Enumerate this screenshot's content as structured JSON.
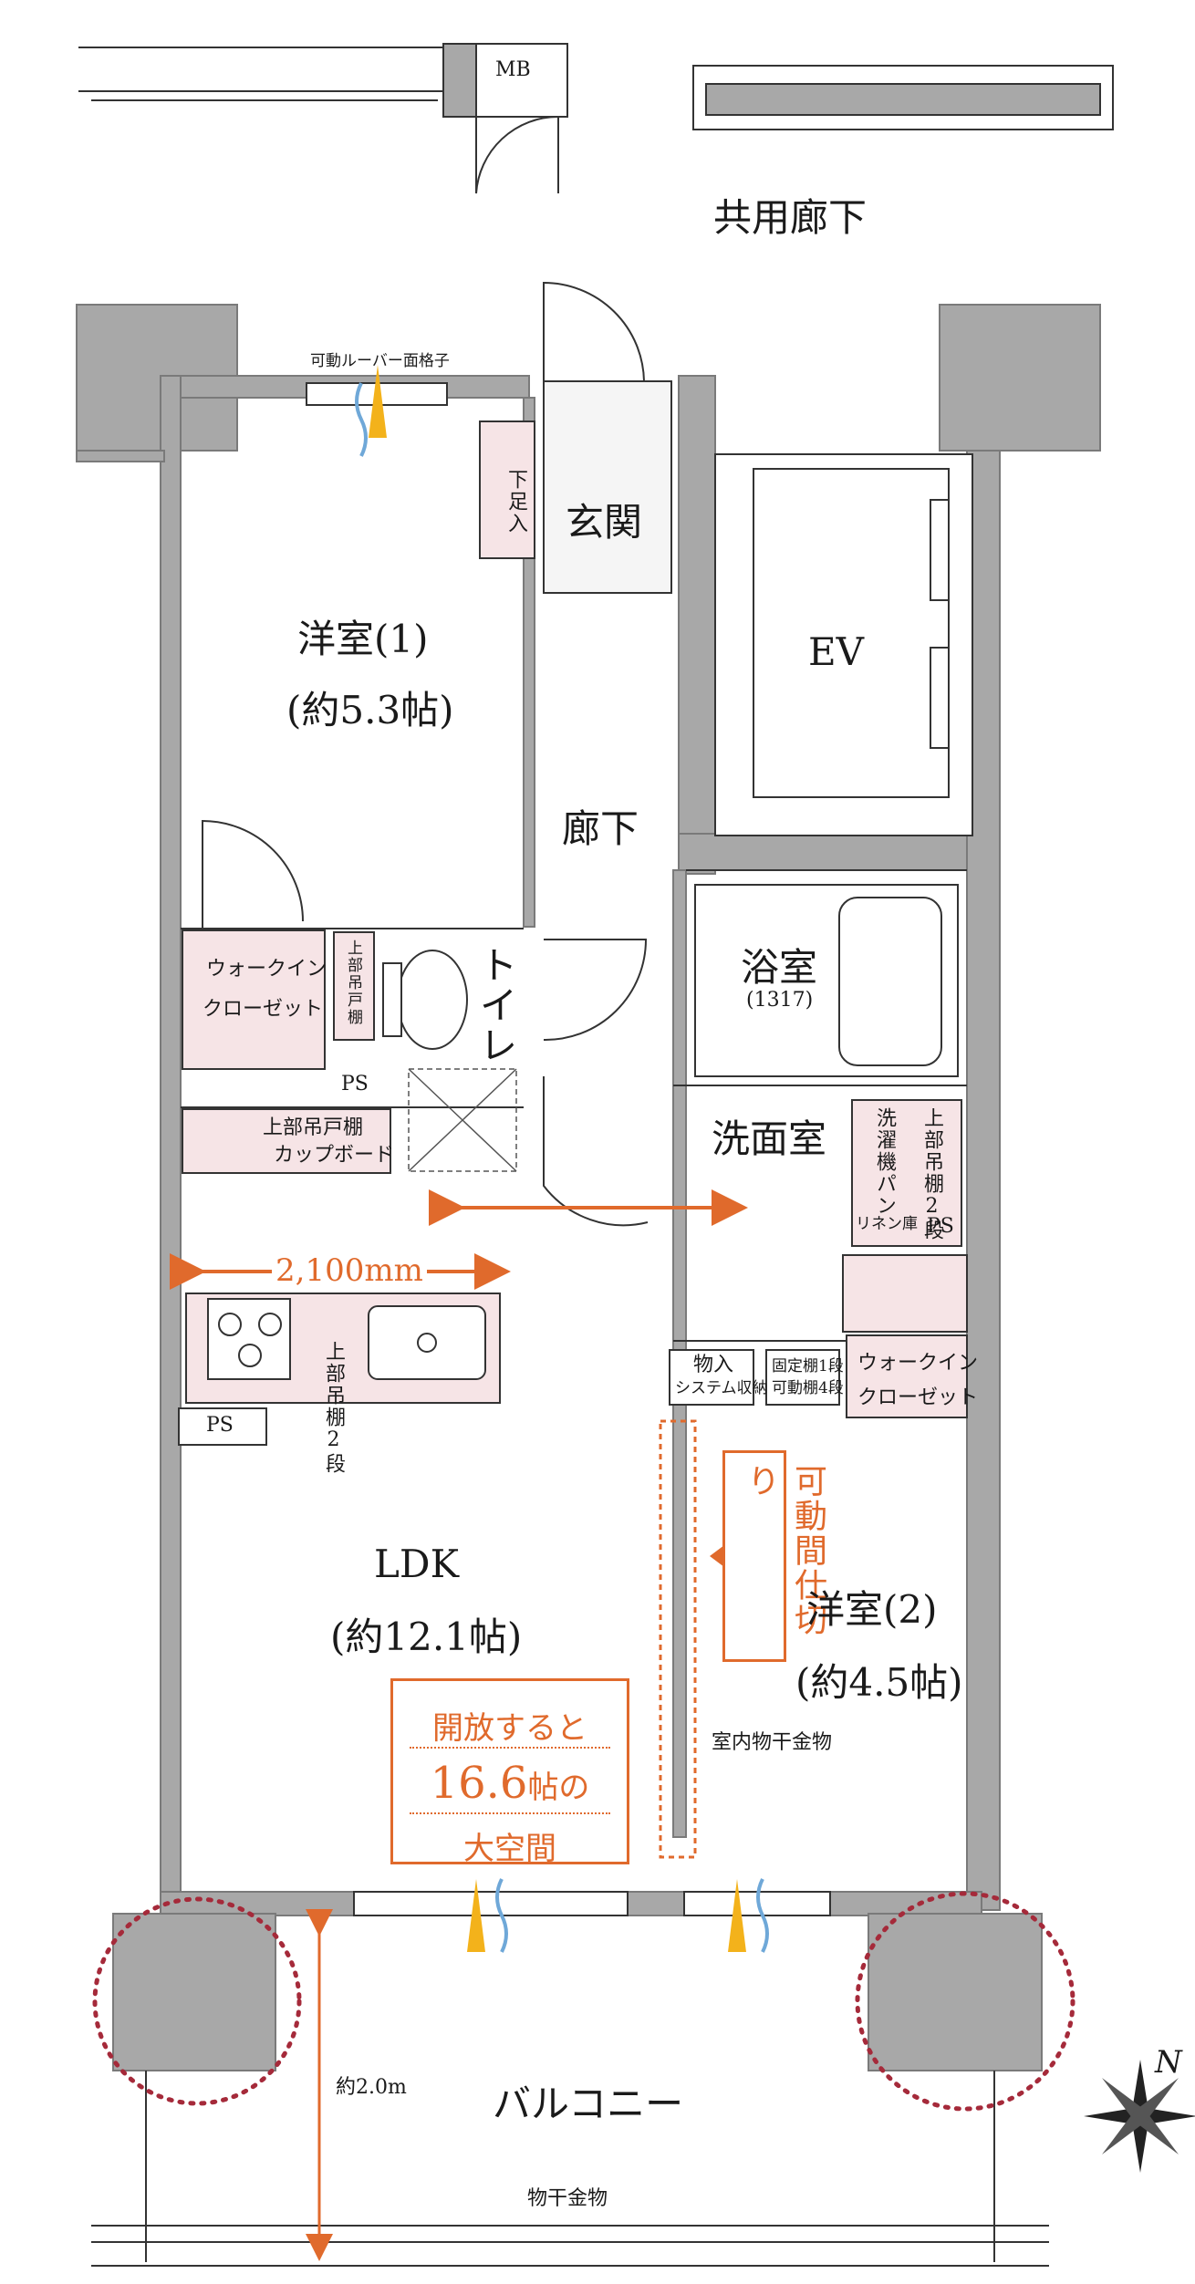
{
  "labels": {
    "mb": "MB",
    "corridor_shared": "共用廊下",
    "louver": "可動ルーバー面格子",
    "entrance": "玄関",
    "shoe_box": "下足入",
    "ev": "EV",
    "room1": "洋室(1)",
    "room1_size": "(約5.3帖)",
    "hallway": "廊下",
    "walkin1": "ウォークイン",
    "walkin1b": "クローゼット",
    "upper_cab": "上部吊戸棚",
    "toilet": "トイレ",
    "ps1": "PS",
    "cupboard1": "上部吊戸棚",
    "cupboard2": "カップボード",
    "bath": "浴室",
    "bath_size": "(1317)",
    "washroom": "洗面室",
    "washer_pan": "洗濯機パン",
    "upper_cab2": "上部吊棚2段",
    "linen": "リネン庫",
    "ps2": "PS",
    "dim_2100": "2,100mm",
    "upper_cab3": "上部吊棚2段",
    "ps3": "PS",
    "storage1": "物入",
    "storage1b": "システム収納",
    "fixed_shelf1": "固定棚1段",
    "fixed_shelf2": "可動棚4段",
    "walkin2": "ウォークイン",
    "walkin2b": "クローゼット",
    "movable_partition": "可動間仕切り",
    "ldk": "LDK",
    "ldk_size": "(約12.1帖)",
    "room2": "洋室(2)",
    "room2_size": "(約4.5帖)",
    "indoor_dryer": "室内物干金物",
    "callout1": "開放すると",
    "callout2a": "16.6",
    "callout2b": "帖の",
    "callout3": "大空間",
    "balcony": "バルコニー",
    "balcony_depth": "約2.0m",
    "dryer_hardware": "物干金物",
    "north": "N"
  },
  "colors": {
    "wall": "#a8a8a8",
    "wall_edge": "#7a7a7a",
    "fixture": "#f6e4e6",
    "accent": "#e06a2c",
    "circle": "#a52a3a",
    "arrow_yellow": "#f3b21b",
    "arrow_blue": "#6fa8d8"
  }
}
